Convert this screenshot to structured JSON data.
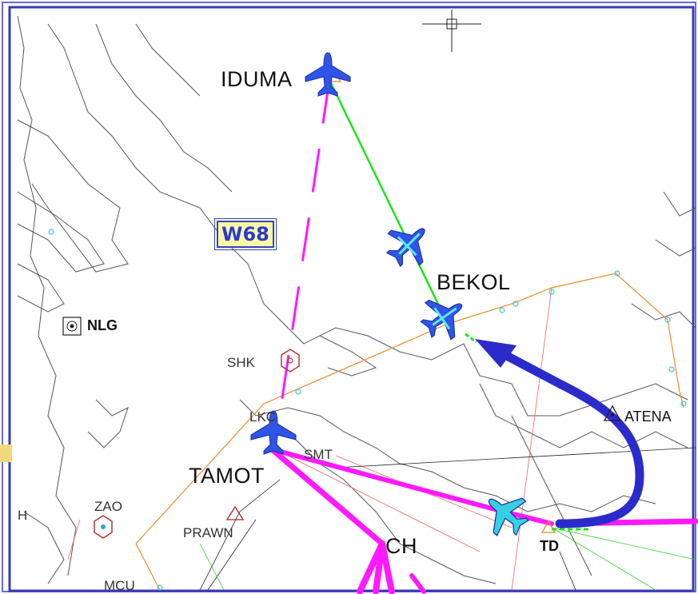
{
  "waypoints": {
    "iduma": "IDUMA",
    "bekol": "BEKOL",
    "tamot": "TAMOT",
    "ch": "CH",
    "atena": "ATENA",
    "td": "TD",
    "nlg": "NLG",
    "shk": "SHK",
    "lkc": "LKC",
    "smt": "SMT",
    "zao": "ZAO",
    "prawn": "PRAWN",
    "mcu": "MCU",
    "h": "H"
  },
  "airway_label": "W68",
  "colors": {
    "route_magenta": "#ff19ff",
    "route_green": "#19e619",
    "vector_blue": "#2b2bcc",
    "aircraft_blue": "#2f55e8",
    "aircraft_cyan": "#36d0e0",
    "fir_orange": "#f08a2a",
    "coast": "#555555",
    "label_bg": "#fff8a6",
    "label_text": "#2a3ad0"
  },
  "icons": [
    "aircraft-icon",
    "waypoint-triangle-icon",
    "vor-hexagon-icon",
    "ndb-square-icon",
    "crosshair-icon"
  ]
}
